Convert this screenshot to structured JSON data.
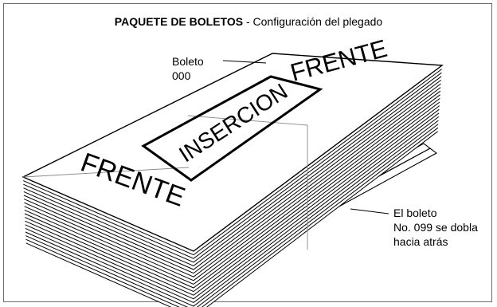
{
  "title": {
    "bold": "PAQUETE DE BOLETOS",
    "rest": " - Configuración del plegado"
  },
  "labels": {
    "boleto_line1": "Boleto",
    "boleto_line2": "000",
    "back_line1": "El boleto",
    "back_line2": "No. 099 se dobla",
    "back_line3": "hacia atrás"
  },
  "diagram": {
    "front_top": "FRENTE",
    "front_bottom": "FRENTE",
    "insertion": "INSERCION"
  }
}
